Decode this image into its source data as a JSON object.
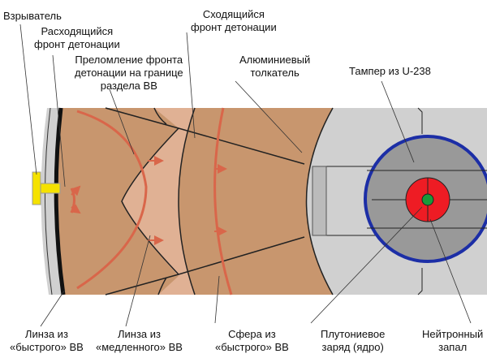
{
  "labels": {
    "detonator": "Взрыватель",
    "diverging_front": [
      "Расходящийся",
      "фронт детонации"
    ],
    "refraction": [
      "Преломление фронта",
      "детонации на границе",
      "раздела ВВ"
    ],
    "converging_front": [
      "Сходящийся",
      "фронт детонации"
    ],
    "pusher": [
      "Алюминиевый",
      "толкатель"
    ],
    "tamper": "Тампер из U-238",
    "fast_lens": [
      "Линза из",
      "«быстрого» ВВ"
    ],
    "slow_lens": [
      "Линза из",
      "«медленного» ВВ"
    ],
    "fast_sphere": [
      "Сфера из",
      "«быстрого» ВВ"
    ],
    "plutonium": [
      "Плутониевое",
      "заряд (ядро)"
    ],
    "initiator": [
      "Нейтронный",
      "запал"
    ]
  },
  "colors": {
    "fast_explosive": "#c8966e",
    "slow_explosive": "#e0b194",
    "front": "#d9664a",
    "aluminum": "#d0d0d0",
    "tamper": "#999999",
    "shell": "#1c2ea6",
    "core": "#ee1c24",
    "initiator": "#1a9a3a",
    "detonator": "#f5e200"
  }
}
